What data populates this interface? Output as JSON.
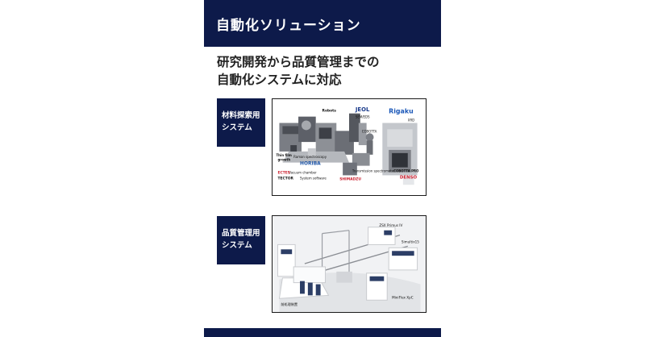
{
  "header": {
    "title": "自動化ソリューション"
  },
  "subtitle": {
    "line1": "研究開発から品質管理までの",
    "line2": "自動化システムに対応"
  },
  "sections": [
    {
      "label_line1": "材料探索用",
      "label_line2": "システム",
      "figure_labels": {
        "robots": "Robots",
        "jeol": "JEOL",
        "sem_eds": "SEM/EDS",
        "rigaku": "Rigaku",
        "xrd": "XRD",
        "cobotta": "COBOTTA",
        "thin_film": "Thin film",
        "growth": "growth",
        "raman": "Raman spectroscopy",
        "horiba": "HORIBA",
        "transmission": "Transmission spectrometer",
        "cobotta_pro": "COBOTTA PRO",
        "denso": "DENSO",
        "vacuum": "Vacuum chamber",
        "system_software": "System software",
        "ectes": "ECTES",
        "tector": "TECTOR",
        "shimadzu": "SHIMADZU"
      }
    },
    {
      "label_line1": "品質管理用",
      "label_line2": "システム",
      "figure_labels": {
        "zsx": "ZSX Primus IV",
        "simultix": "Simultix15",
        "miniflex": "MiniFlex XpC",
        "pretreatment": "前処理装置"
      }
    }
  ],
  "colors": {
    "navy": "#0d1a4a",
    "rigaku_blue": "#1a57b8",
    "horiba_blue": "#1f56a8",
    "denso_red": "#cc1f2e"
  }
}
